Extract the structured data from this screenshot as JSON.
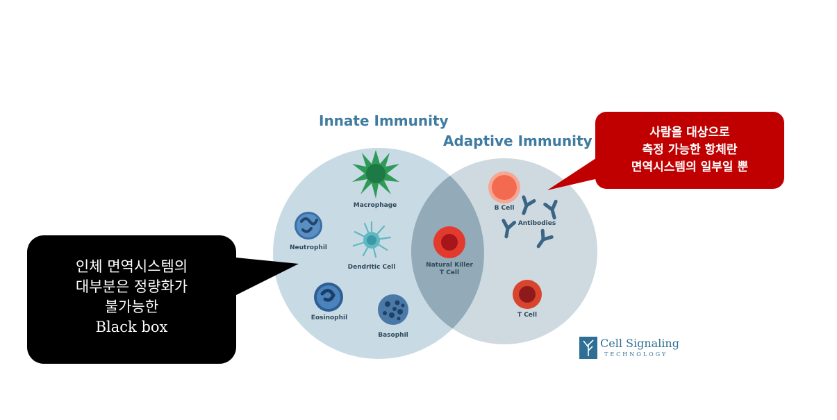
{
  "diagram": {
    "innate_title": "Innate Immunity",
    "adaptive_title": "Adaptive Immunity",
    "cells": {
      "macrophage": "Macrophage",
      "neutrophil": "Neutrophil",
      "dendritic": "Dendritic Cell",
      "eosinophil": "Eosinophil",
      "basophil": "Basophil",
      "nk": "Natural Killer\nT Cell",
      "bcell": "B Cell",
      "antibodies": "Antibodies",
      "tcell": "T Cell"
    }
  },
  "logo": {
    "name": "Cell Signaling",
    "subtitle": "TECHNOLOGY"
  },
  "callouts": {
    "black": {
      "line1": "인체 면역시스템의",
      "line2": "대부분은 정량화가",
      "line3": "불가능한",
      "line4": "Black box"
    },
    "red": {
      "line1": "사람을 대상으로",
      "line2": "측정 가능한 항체란",
      "line3": "면역시스템의 일부일 뿐"
    }
  },
  "colors": {
    "innate_circle": "#c8dae4",
    "adaptive_circle": "#ced9e0",
    "overlap": "#93abb8",
    "heading": "#3f7aa0",
    "callout_black": "#000000",
    "callout_red": "#c00000",
    "macrophage": "#2f9a57",
    "neutrophil": "#3a6fa6",
    "dendritic": "#5fb8c2",
    "eosinophil": "#2e5f94",
    "basophil": "#4a79a8",
    "nk_cell": "#e23b2e",
    "b_cell": "#f26a4f",
    "t_cell": "#c43a30",
    "antibody": "#3a6584"
  }
}
